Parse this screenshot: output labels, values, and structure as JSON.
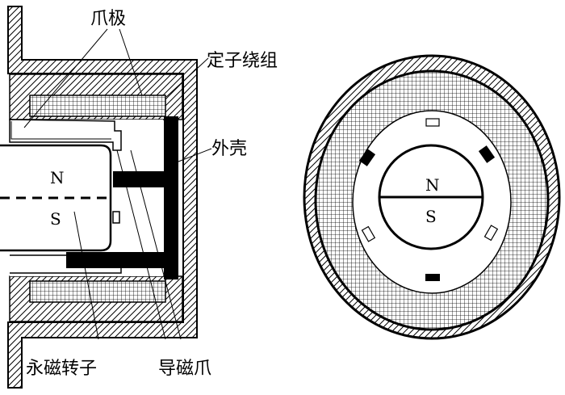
{
  "labels": {
    "claw_pole": "爪极",
    "stator_winding": "定子绕组",
    "housing": "外壳",
    "pm_rotor": "永磁转子",
    "magnetic_claw": "导磁爪"
  },
  "poles": {
    "north": "N",
    "south": "S"
  },
  "colors": {
    "stroke": "#000000",
    "fill": "#ffffff"
  }
}
